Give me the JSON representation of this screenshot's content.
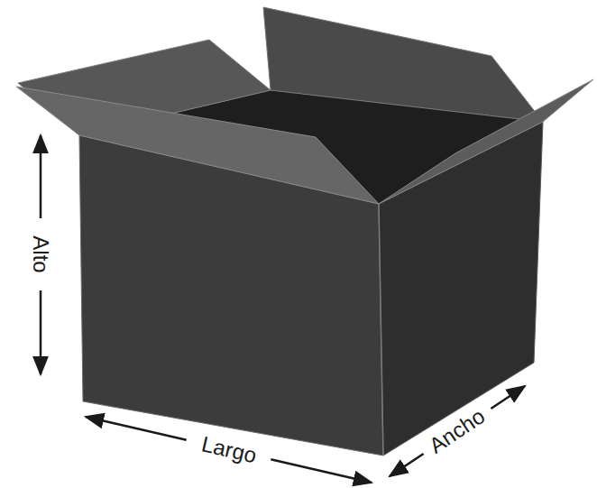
{
  "diagram": {
    "labels": [
      "Alto",
      "Largo",
      "Ancho"
    ]
  }
}
